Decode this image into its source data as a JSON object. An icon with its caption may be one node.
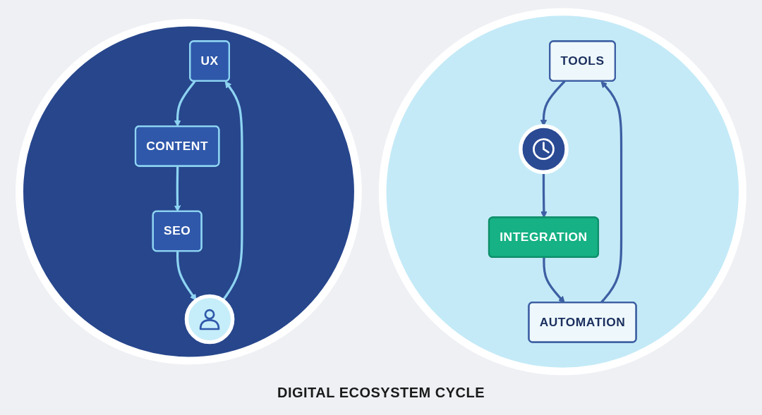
{
  "diagram": {
    "caption": "DIGITAL ECOSYSTEM CYCLE",
    "nodes": [
      {
        "text": [],
        "shape": "circle"
      },
      {
        "text": [
          "UX"
        ],
        "in": 0
      },
      {
        "text": [],
        "shape": "circle",
        "in": 0
      },
      {
        "text": [
          "CONTENT"
        ],
        "in": 0
      },
      {
        "text": [
          "SEO"
        ],
        "in": 0
      },
      {
        "text": [],
        "shape": "circle"
      },
      {
        "text": [
          "TOOLS"
        ],
        "in": 5
      },
      {
        "text": [
          "AUTOMATION"
        ],
        "in": 5
      },
      {
        "text": [],
        "shape": "circle",
        "in": 5
      },
      {
        "text": [
          "INTEGRATION"
        ],
        "in": 5
      }
    ],
    "edges": [
      {
        "from": 1,
        "to": 3,
        "arrow": "to",
        "color": "#8ed4f2"
      },
      {
        "from": 3,
        "to": 4,
        "arrow": "to",
        "color": "#8ed4f2"
      },
      {
        "from": 4,
        "to": 2,
        "arrow": "to",
        "color": "#8ed4f2"
      },
      {
        "from": 2,
        "to": 1,
        "arrow": "to",
        "color": "#8ed4f2"
      },
      {
        "from": 7,
        "to": 6,
        "arrow": "to",
        "color": "#3d5fa3"
      },
      {
        "from": 6,
        "to": 8,
        "arrow": "to",
        "color": "#3d5fa3"
      },
      {
        "from": 8,
        "to": 9,
        "arrow": "to",
        "color": "#3d5fa3"
      },
      {
        "from": 9,
        "to": 7,
        "arrow": "to",
        "color": "#3d5fa3"
      }
    ]
  }
}
